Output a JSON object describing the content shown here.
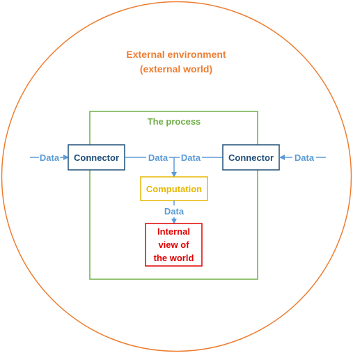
{
  "external": {
    "line1": "External environment",
    "line2": "(external world)"
  },
  "process": {
    "title": "The process"
  },
  "connectors": {
    "left": "Connector",
    "right": "Connector"
  },
  "computation": {
    "label": "Computation"
  },
  "internal": {
    "line1": "Internal",
    "line2": "view of",
    "line3": "the world"
  },
  "data_labels": {
    "left_in": "Data",
    "mid_left": "Data",
    "mid_right": "Data",
    "right_in": "Data",
    "down": "Data"
  },
  "colors": {
    "external": "#ED7D31",
    "process": "#70AD47",
    "connector_border": "#1F4E79",
    "connector_text": "#1F4E79",
    "arrow": "#5B9BD5",
    "computation": "#E6B800",
    "internal": "#E00000"
  }
}
